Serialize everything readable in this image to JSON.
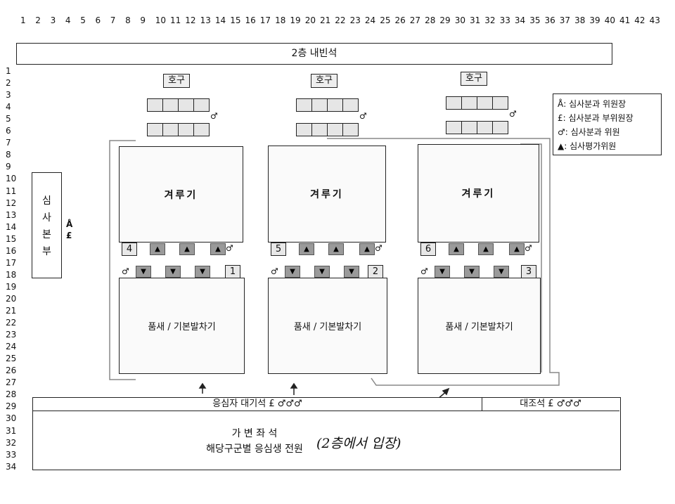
{
  "col_numbers": [
    "1",
    "2",
    "3",
    "4",
    "5",
    "6",
    "7",
    "8",
    "9",
    "10",
    "11",
    "12",
    "13",
    "14",
    "15",
    "16",
    "17",
    "18",
    "19",
    "20",
    "21",
    "22",
    "23",
    "24",
    "25",
    "26",
    "27",
    "28",
    "29",
    "30",
    "31",
    "32",
    "33",
    "34",
    "35",
    "36",
    "37",
    "38",
    "39",
    "40",
    "41",
    "42",
    "43"
  ],
  "row_numbers": [
    "1",
    "2",
    "3",
    "4",
    "5",
    "6",
    "7",
    "8",
    "9",
    "10",
    "11",
    "12",
    "13",
    "14",
    "15",
    "16",
    "17",
    "18",
    "19",
    "20",
    "21",
    "22",
    "23",
    "24",
    "25",
    "26",
    "27",
    "28",
    "29",
    "30",
    "31",
    "32",
    "33",
    "34"
  ],
  "vip_seats": "2층  내빈석",
  "hogu": "호구",
  "sparring": "겨루기",
  "poomsae": "품새 / 기본발차기",
  "hq": [
    "심",
    "사",
    "본",
    "부"
  ],
  "hq_symbols": [
    "Å",
    "£"
  ],
  "male": "♂",
  "up": "▲",
  "down": "▼",
  "courts_top": [
    "4",
    "5",
    "6"
  ],
  "courts_bottom": [
    "1",
    "2",
    "3"
  ],
  "legend": [
    {
      "symbol": "Å",
      "label": ": 심사분과 위원장"
    },
    {
      "symbol": "£",
      "label": ": 심사분과 부위원장"
    },
    {
      "symbol": "♂",
      "label": ": 심사분과 위원"
    },
    {
      "symbol": "▲",
      "label": ": 심사평가위원"
    }
  ],
  "waiting": "응심자 대기석 £ ♂♂♂",
  "assistant": "대조석 £ ♂♂♂",
  "variable_seats": "가 변 좌 석",
  "all_applicants": "해당구군별 응심생 전원",
  "enter_note": "(2층에서 입장)"
}
